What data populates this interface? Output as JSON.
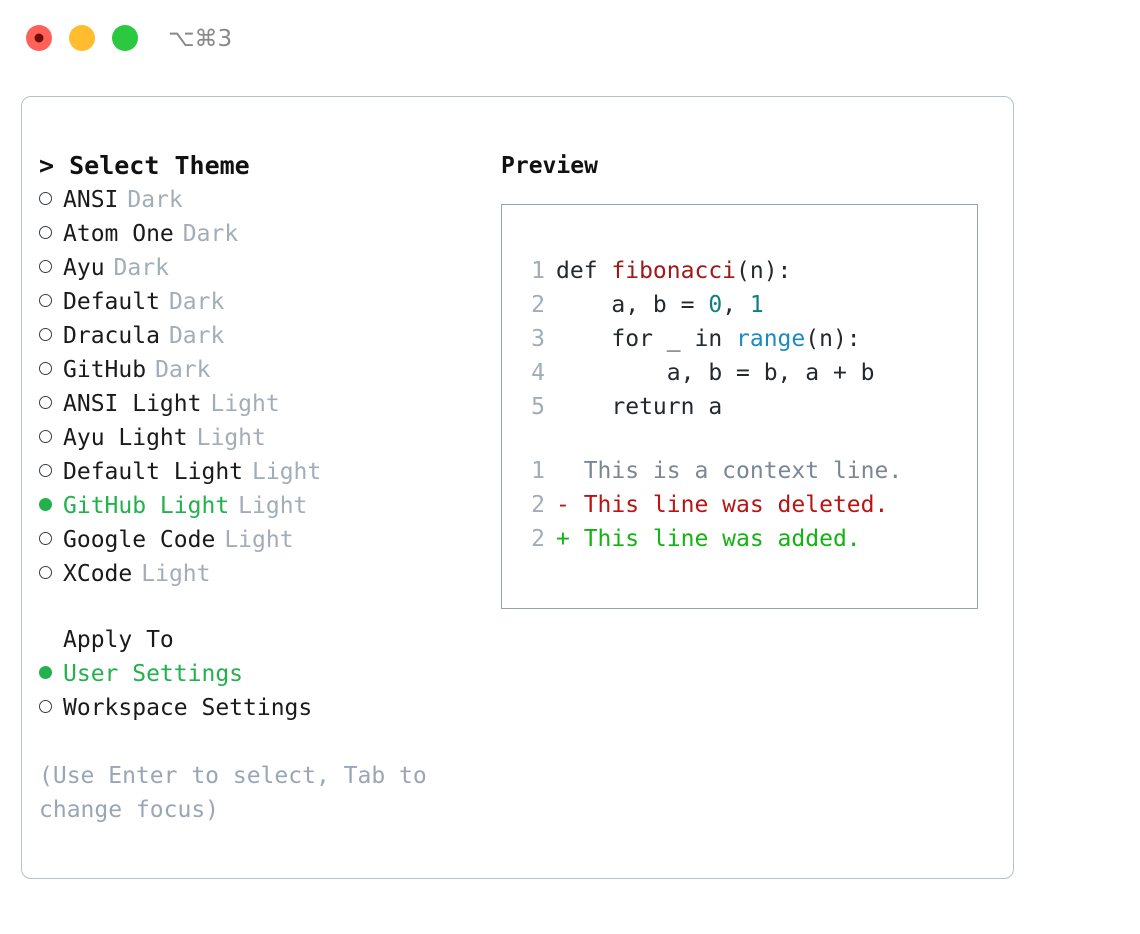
{
  "titlebar": {
    "shortcut": "⌥⌘3",
    "traffic_lights": [
      {
        "name": "close",
        "color": "#ff6159"
      },
      {
        "name": "minimize",
        "color": "#ffbd2e"
      },
      {
        "name": "zoom",
        "color": "#2ac940"
      }
    ]
  },
  "theme_panel": {
    "heading": "> Select Theme",
    "items": [
      {
        "name": "ANSI",
        "variant": "Dark",
        "selected": false
      },
      {
        "name": "Atom One",
        "variant": "Dark",
        "selected": false
      },
      {
        "name": "Ayu",
        "variant": "Dark",
        "selected": false
      },
      {
        "name": "Default",
        "variant": "Dark",
        "selected": false
      },
      {
        "name": "Dracula",
        "variant": "Dark",
        "selected": false
      },
      {
        "name": "GitHub",
        "variant": "Dark",
        "selected": false
      },
      {
        "name": "ANSI Light",
        "variant": "Light",
        "selected": false
      },
      {
        "name": "Ayu Light",
        "variant": "Light",
        "selected": false
      },
      {
        "name": "Default Light",
        "variant": "Light",
        "selected": false
      },
      {
        "name": "GitHub Light",
        "variant": "Light",
        "selected": true
      },
      {
        "name": "Google Code",
        "variant": "Light",
        "selected": false
      },
      {
        "name": "XCode",
        "variant": "Light",
        "selected": false
      }
    ]
  },
  "apply_panel": {
    "heading": "Apply To",
    "options": [
      {
        "label": "User Settings",
        "selected": true
      },
      {
        "label": "Workspace Settings",
        "selected": false
      }
    ]
  },
  "hint": "(Use Enter to select, Tab to change focus)",
  "preview": {
    "heading": "Preview",
    "code_lines": [
      {
        "no": "1",
        "segments": [
          {
            "t": "def ",
            "c": "plain"
          },
          {
            "t": "fibonacci",
            "c": "fn"
          },
          {
            "t": "(n):",
            "c": "plain"
          }
        ]
      },
      {
        "no": "2",
        "segments": [
          {
            "t": "    a, b = ",
            "c": "plain"
          },
          {
            "t": "0",
            "c": "num"
          },
          {
            "t": ", ",
            "c": "plain"
          },
          {
            "t": "1",
            "c": "num"
          }
        ]
      },
      {
        "no": "3",
        "segments": [
          {
            "t": "    for _ in ",
            "c": "plain"
          },
          {
            "t": "range",
            "c": "call"
          },
          {
            "t": "(n):",
            "c": "plain"
          }
        ]
      },
      {
        "no": "4",
        "segments": [
          {
            "t": "        a, b = b, a + b",
            "c": "plain"
          }
        ]
      },
      {
        "no": "5",
        "segments": [
          {
            "t": "    return a",
            "c": "plain"
          }
        ]
      }
    ],
    "diff_lines": [
      {
        "no": "1",
        "marker": " ",
        "text": "  This is a context line.",
        "kind": "ctx"
      },
      {
        "no": "2",
        "marker": "-",
        "text": "- This line was deleted.",
        "kind": "del"
      },
      {
        "no": "2",
        "marker": "+",
        "text": "+ This line was added.",
        "kind": "add"
      }
    ]
  },
  "colors": {
    "selected_green": "#22b14c",
    "muted_gray": "#a3adb8",
    "hint_gray": "#9aa5b6",
    "code_fn_red": "#a01818",
    "code_num_teal": "#0d8080",
    "code_call_blue": "#1a8ac0",
    "diff_added": "#12b312",
    "diff_deleted": "#b81414",
    "diff_context": "#7b8794",
    "card_border": "#b5c0cb",
    "preview_border": "#97a3b0"
  }
}
